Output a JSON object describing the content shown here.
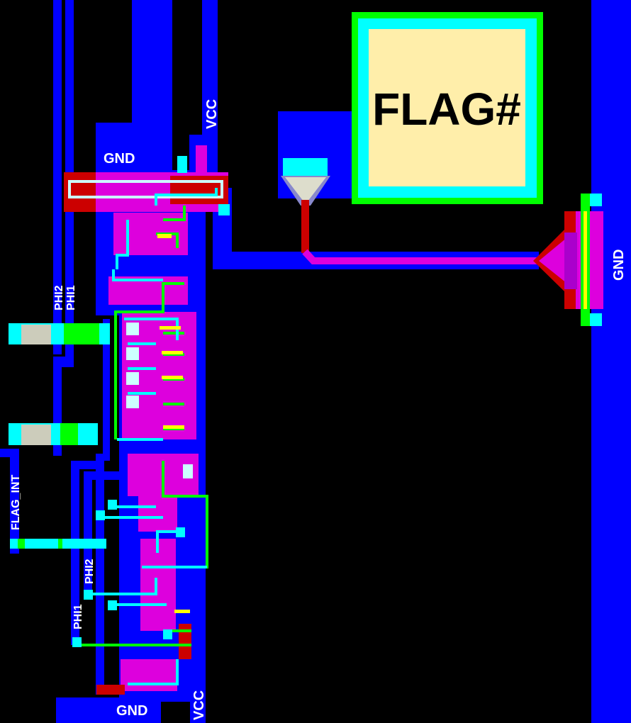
{
  "pad": {
    "label": "FLAG#"
  },
  "labels": {
    "vcc_top": "VCC",
    "gnd_top": "GND",
    "phi2_top": "PHI2",
    "phi1_top": "PHI1",
    "flag_int": "FLAG_INT",
    "phi2_bottom": "PHI2",
    "phi1_bottom": "PHI1",
    "gnd_bottom": "GND",
    "vcc_bottom": "VCC",
    "gnd_right": "GND"
  },
  "colors": {
    "metal": "#0000ff",
    "poly": "#00ff00",
    "diffusion": "#ff00ff",
    "contact": "#00ffff",
    "buried": "#cc0000",
    "pad": "#ffeeaa"
  }
}
